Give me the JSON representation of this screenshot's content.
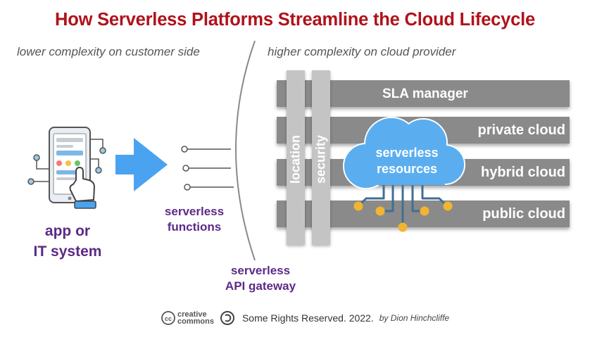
{
  "title": "How Serverless Platforms Streamline the Cloud Lifecycle",
  "subtitle_left": "lower complexity on customer side",
  "subtitle_right": "higher complexity on cloud provider",
  "layers": {
    "sla": "SLA manager",
    "private": "private cloud",
    "hybrid": "hybrid cloud",
    "public": "public cloud"
  },
  "pillars": {
    "location": "location",
    "security": "security"
  },
  "cloud": {
    "line1": "serverless",
    "line2": "resources",
    "color": "#5aaef0"
  },
  "app": {
    "line1": "app or",
    "line2": "IT system"
  },
  "functions": {
    "line1": "serverless",
    "line2": "functions"
  },
  "gateway": {
    "line1": "serverless",
    "line2": "API gateway"
  },
  "footer": {
    "cc_line1": "creative",
    "cc_line2": "commons",
    "rights": "Some Rights Reserved. 2022.",
    "author": "by Dion Hinchcliffe"
  },
  "colors": {
    "title": "#b0121b",
    "label_purple": "#5b2a86",
    "layer_gray": "#8a8a8a",
    "pillar_gray": "#c4c4c4",
    "arrow_blue": "#4aa3f0",
    "node_gold": "#f2b431"
  },
  "icons": [
    "tablet-touch-icon",
    "right-arrow-icon",
    "cloud-icon",
    "creative-commons-icon",
    "copyleft-icon"
  ]
}
